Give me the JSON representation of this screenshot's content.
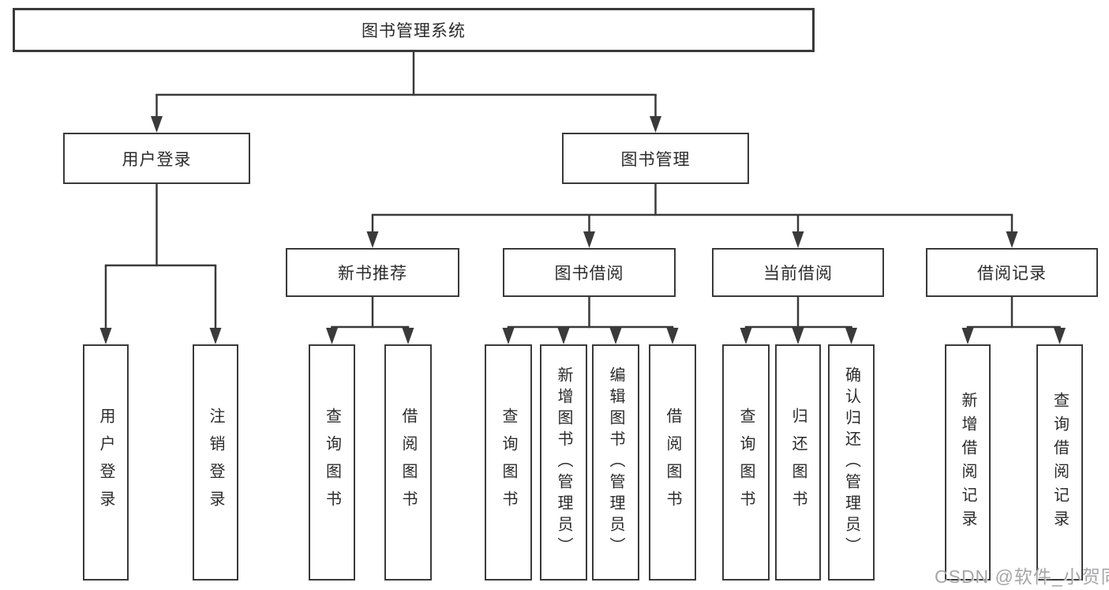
{
  "diagram_type": "hierarchy-tree",
  "tree": {
    "label": "图书管理系统",
    "children": [
      {
        "label": "用户登录",
        "children": [
          {
            "label": "用户登录"
          },
          {
            "label": "注销登录"
          }
        ]
      },
      {
        "label": "图书管理",
        "children": [
          {
            "label": "新书推荐",
            "children": [
              {
                "label": "查询图书"
              },
              {
                "label": "借阅图书"
              }
            ]
          },
          {
            "label": "图书借阅",
            "children": [
              {
                "label": "查询图书"
              },
              {
                "label": "新增图书（管理员）"
              },
              {
                "label": "编辑图书（管理员）"
              },
              {
                "label": "借阅图书"
              }
            ]
          },
          {
            "label": "当前借阅",
            "children": [
              {
                "label": "查询图书"
              },
              {
                "label": "归还图书"
              },
              {
                "label": "确认归还（管理员）"
              }
            ]
          },
          {
            "label": "借阅记录",
            "children": [
              {
                "label": "新增借阅记录"
              },
              {
                "label": "查询借阅记录"
              }
            ]
          }
        ]
      }
    ]
  },
  "watermark": {
    "text": "CSDN @软件_小贺同学"
  },
  "colors": {
    "line": "#3a3a3a",
    "text": "#2b2b2b",
    "background": "#ffffff",
    "watermark": "#a6a6a8"
  }
}
